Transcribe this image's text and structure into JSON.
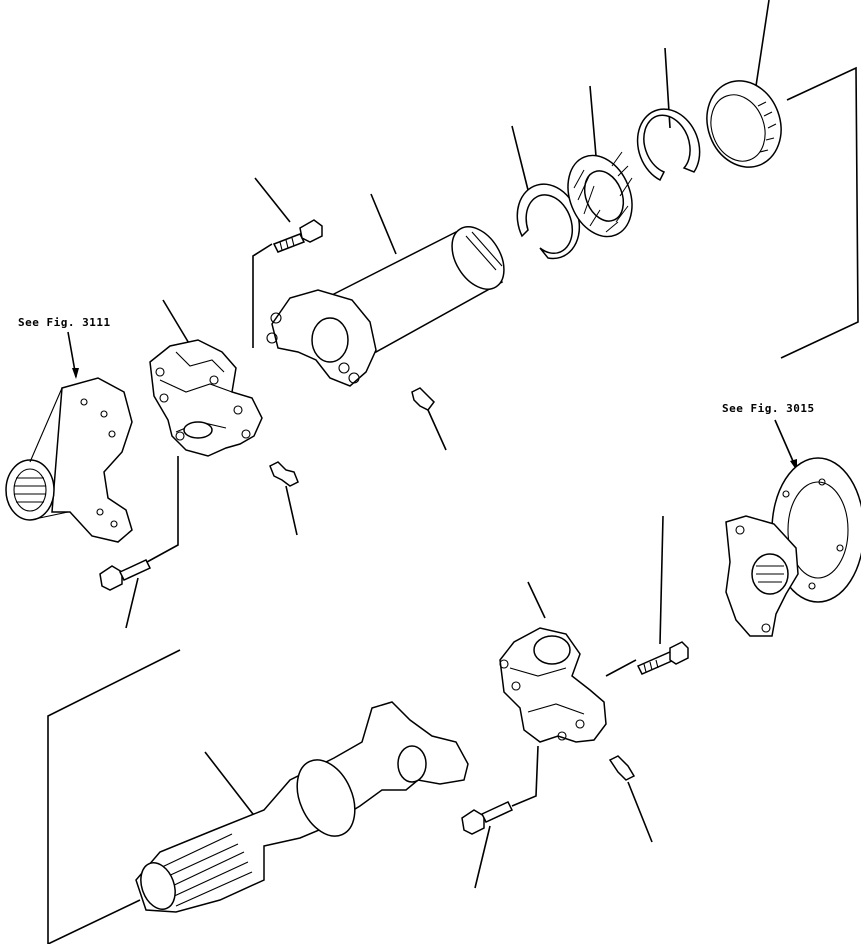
{
  "references": {
    "top_left": "See Fig. 3111",
    "right": "See Fig. 3015"
  },
  "parts": [
    "yoke-flange",
    "universal-joint-spider-upper",
    "bolt-upper-left",
    "bolt-lower-left",
    "grease-fitting-left",
    "slip-yoke-tube",
    "grease-fitting-tube",
    "snap-ring-small",
    "bearing",
    "snap-ring-large",
    "seal-ring",
    "output-flange",
    "universal-joint-spider-lower",
    "bolt-right",
    "bolt-lower",
    "grease-fitting-lower",
    "splined-shaft-yoke"
  ]
}
